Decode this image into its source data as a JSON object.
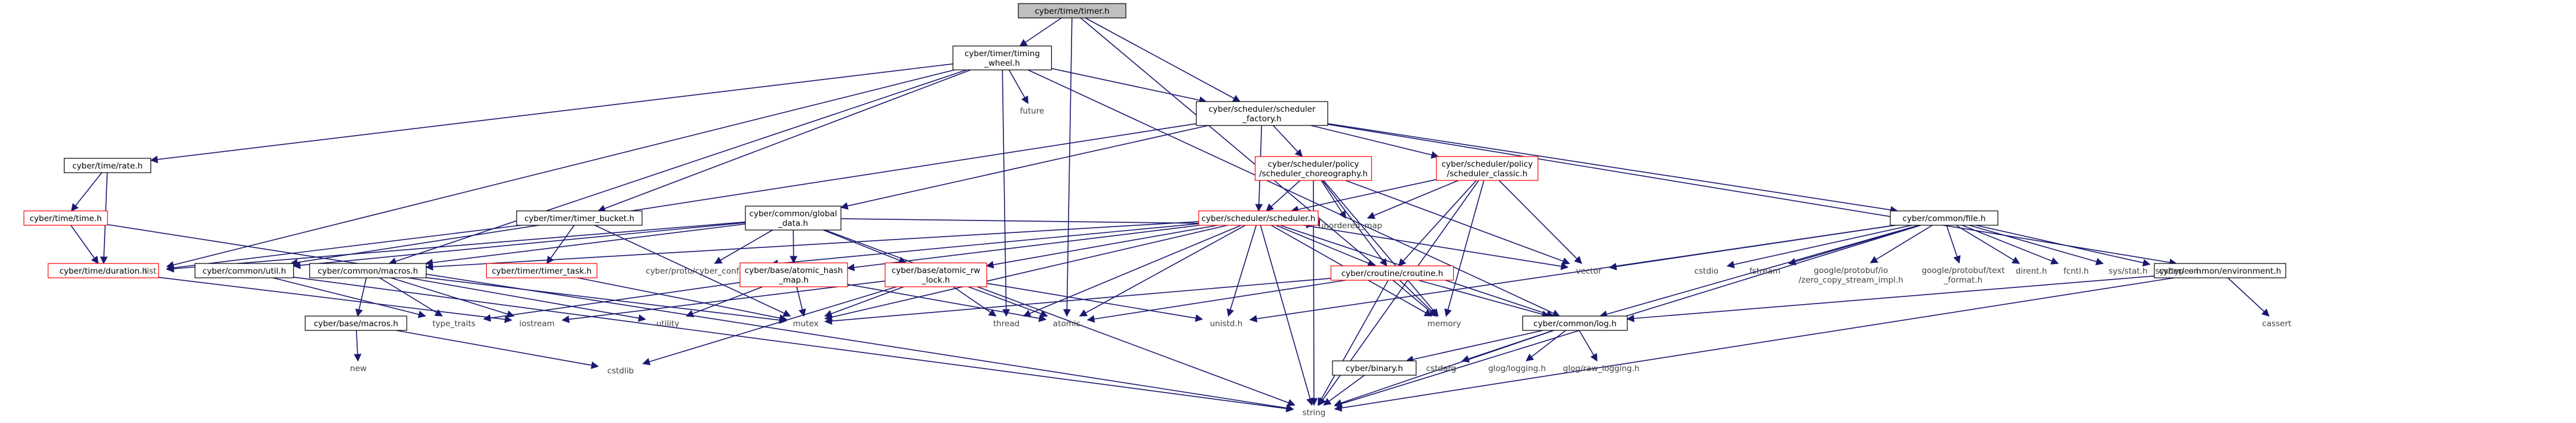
{
  "colors": {
    "edge": "#191970",
    "box": "#000000",
    "red_box": "#ff0000",
    "root_fill": "#bfbfbf",
    "plain_text": "#404040"
  },
  "nodes": {
    "root": "cyber/time/timer.h",
    "timing_wheel": [
      "cyber/timer/timing",
      "_wheel.h"
    ],
    "future": "future",
    "sched_factory": [
      "cyber/scheduler/scheduler",
      "_factory.h"
    ],
    "rate": "cyber/time/rate.h",
    "time": "cyber/time/time.h",
    "duration": "cyber/time/duration.h",
    "timer_bucket": "cyber/timer/timer_bucket.h",
    "global_data": [
      "cyber/common/global",
      "_data.h"
    ],
    "choreography": [
      "cyber/scheduler/policy",
      "/scheduler_choreography.h"
    ],
    "classic": [
      "cyber/scheduler/policy",
      "/scheduler_classic.h"
    ],
    "scheduler": "cyber/scheduler/scheduler.h",
    "file": "cyber/common/file.h",
    "environment": "cyber/common/environment.h",
    "list": "list",
    "util": "cyber/common/util.h",
    "macros": "cyber/common/macros.h",
    "timer_task": "cyber/timer/timer_task.h",
    "proto_conf": "cyber/proto/cyber_conf.pb.h",
    "atomic_hash": [
      "cyber/base/atomic_hash",
      "_map.h"
    ],
    "atomic_rw": [
      "cyber/base/atomic_rw",
      "_lock.h"
    ],
    "unordered_map": "unordered_map",
    "routine": "cyber/croutine/croutine.h",
    "vector": "vector",
    "cstdio": "cstdio",
    "fstream": "fstream",
    "zero_copy": [
      "google/protobuf/io",
      "/zero_copy_stream_impl.h"
    ],
    "text_format": [
      "google/protobuf/text",
      "_format.h"
    ],
    "dirent": "dirent.h",
    "fcntl": "fcntl.h",
    "sys_stat": "sys/stat.h",
    "sys_types": "sys/types.h",
    "cassert": "cassert",
    "base_macros": "cyber/base/macros.h",
    "type_traits": "type_traits",
    "iostream": "iostream",
    "utility": "utility",
    "mutex": "mutex",
    "thread": "thread",
    "atomic": "atomic",
    "unistd": "unistd.h",
    "memory": "memory",
    "log": "cyber/common/log.h",
    "new": "new",
    "cstdlib": "cstdlib",
    "binary": "cyber/binary.h",
    "cstdarg": "cstdarg",
    "glog_logging": "glog/logging.h",
    "glog_raw": "glog/raw_logging.h",
    "string": "string"
  }
}
